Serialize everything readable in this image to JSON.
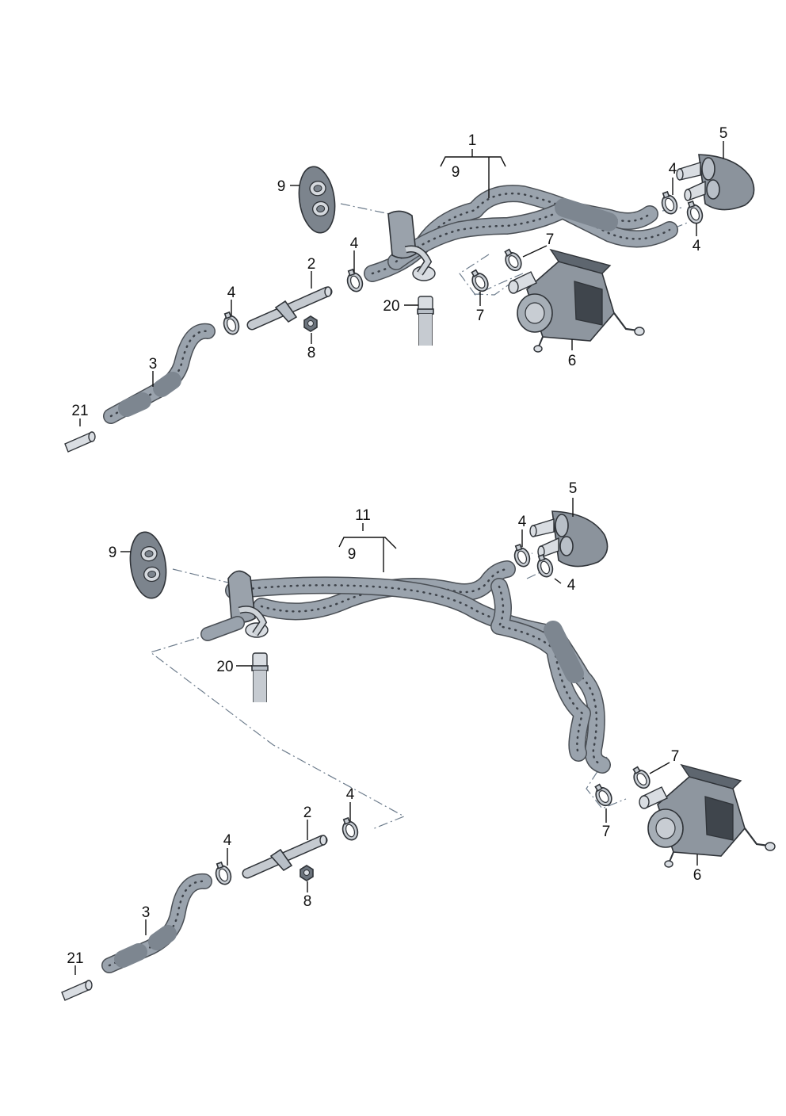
{
  "diagram": {
    "top": {
      "callouts": {
        "hose_assembly": "1",
        "hose_assembly_sub": "9",
        "pipe": "2",
        "hose_lower": "3",
        "clamp_a": "4",
        "clamp_b": "4",
        "clamp_c": "4",
        "clamp_d": "4",
        "flange": "5",
        "pump": "6",
        "clamp_7a": "7",
        "clamp_7b": "7",
        "bolt": "8",
        "grommet": "9",
        "connector_20": "20",
        "connector_21": "21"
      }
    },
    "bottom": {
      "callouts": {
        "hose_assembly": "11",
        "hose_assembly_sub": "9",
        "pipe": "2",
        "hose_lower": "3",
        "clamp_a": "4",
        "clamp_b": "4",
        "clamp_c": "4",
        "clamp_d": "4",
        "flange": "5",
        "pump": "6",
        "clamp_7a": "7",
        "clamp_7b": "7",
        "bolt": "8",
        "grommet": "9",
        "connector_20": "20",
        "connector_21": "21"
      }
    }
  }
}
